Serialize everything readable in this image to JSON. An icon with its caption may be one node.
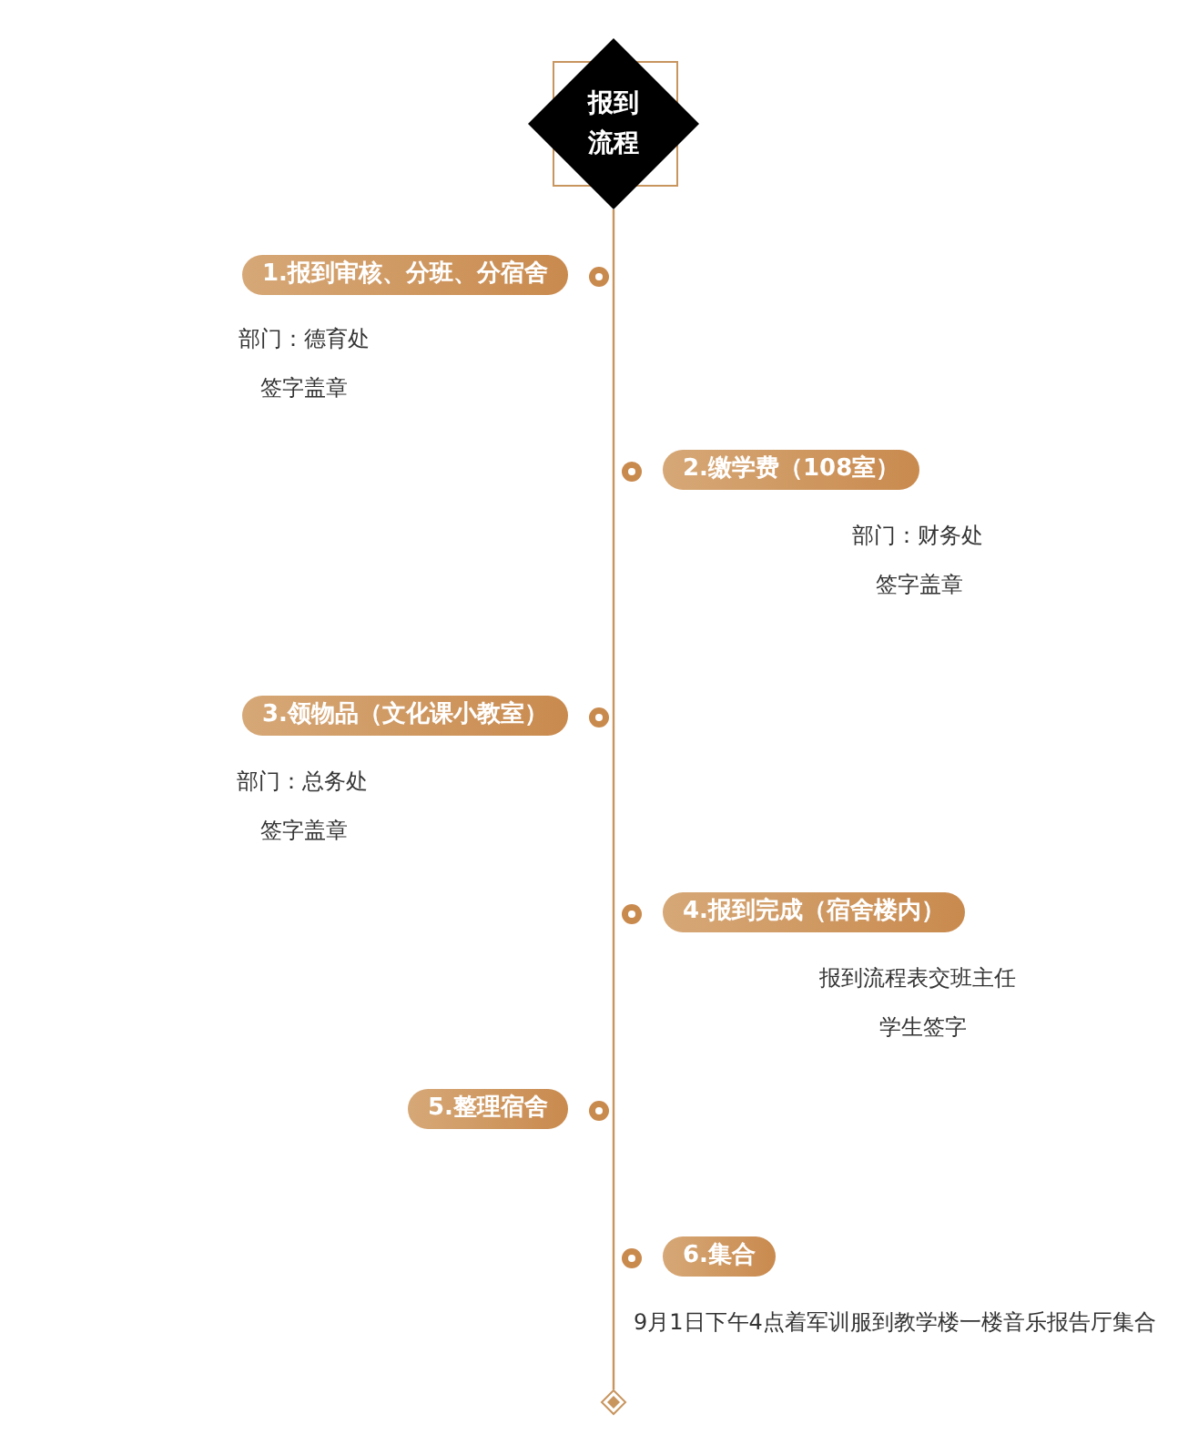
{
  "diagram": {
    "nodes": [
      {
        "text": [
          "报到流程"
        ]
      },
      {
        "text": [
          "1.报到审核、分班、分宿舍"
        ],
        "beside": [
          "部门：德育处",
          "签字盖章"
        ]
      },
      {
        "text": [
          "2.缴学费（108室）"
        ],
        "beside": [
          "部门：财务处",
          "签字盖章"
        ]
      },
      {
        "text": [
          "3.领物品（文化课小教室）"
        ],
        "beside": [
          "部门：总务处",
          "签字盖章"
        ]
      },
      {
        "text": [
          "4.报到完成（宿舍楼内）"
        ],
        "beside": [
          "报到流程表交班主任",
          "学生签字"
        ]
      },
      {
        "text": [
          "5.整理宿舍"
        ]
      },
      {
        "text": [
          "6.集合"
        ],
        "beside": [
          "9月1日下午4点着军训服到教学楼一楼音乐报告厅集合"
        ]
      },
      {
        "text": [],
        "shape": "diamond"
      }
    ],
    "edges": [
      {
        "from": 0,
        "to": 7,
        "arrow": "none"
      }
    ]
  }
}
